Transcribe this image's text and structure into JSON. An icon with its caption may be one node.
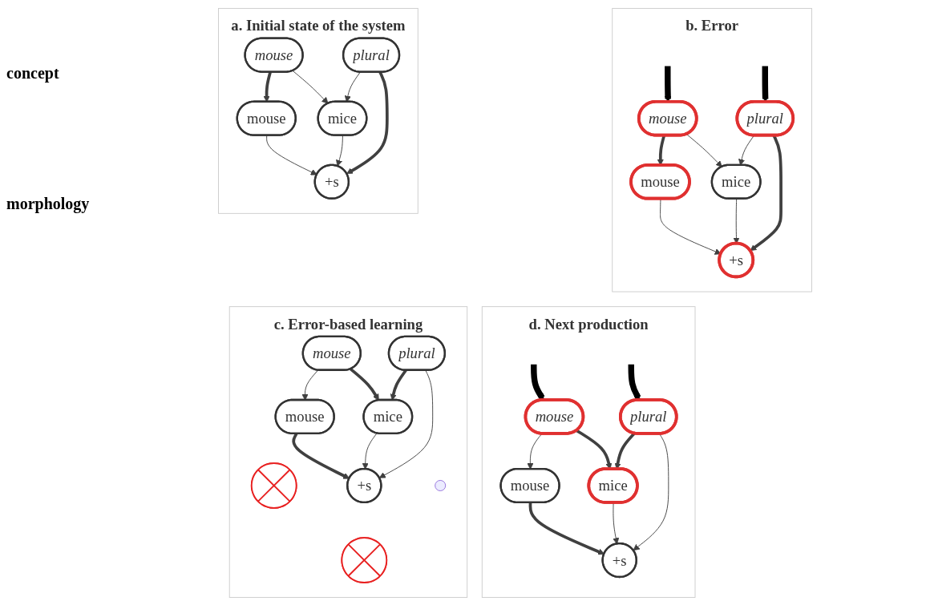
{
  "diagram": {
    "nodes": [
      {
        "text": [
          "a. Initial state of the system"
        ]
      },
      {
        "text": [
          "mouse"
        ],
        "in": 0
      },
      {
        "text": [
          "plural"
        ],
        "in": 0
      },
      {
        "text": [
          "mouse"
        ],
        "in": 0
      },
      {
        "text": [
          "mice"
        ],
        "in": 0
      },
      {
        "text": [
          "+s"
        ],
        "in": 0
      },
      {
        "text": [
          "b. Error"
        ]
      },
      {
        "text": [
          "mouse"
        ],
        "in": 6
      },
      {
        "text": [
          "plural"
        ],
        "in": 6
      },
      {
        "text": [
          "mouse"
        ],
        "in": 6
      },
      {
        "text": [
          "mice"
        ],
        "in": 6
      },
      {
        "text": [
          "+s"
        ],
        "in": 6
      },
      {
        "text": [
          "c. Error-based learning"
        ]
      },
      {
        "text": [
          "mouse"
        ],
        "in": 12
      },
      {
        "text": [
          "plural"
        ],
        "in": 12
      },
      {
        "text": [
          "mouse"
        ],
        "in": 12
      },
      {
        "text": [
          "mice"
        ],
        "in": 12
      },
      {
        "text": [
          "+s"
        ],
        "in": 12
      },
      {
        "text": [],
        "shape": "cross",
        "in": 12
      },
      {
        "text": [],
        "shape": "check",
        "in": 12
      },
      {
        "text": [],
        "shape": "cross",
        "in": 12
      },
      {
        "text": [
          "d. Next production"
        ]
      },
      {
        "text": [
          "mouse"
        ],
        "in": 21
      },
      {
        "text": [
          "plural"
        ],
        "in": 21
      },
      {
        "text": [
          "mouse"
        ],
        "in": 21
      },
      {
        "text": [
          "mice"
        ],
        "in": 21
      },
      {
        "text": [
          "+s"
        ],
        "in": 21
      }
    ],
    "edges": [
      {
        "from": 1,
        "to": 3,
        "arrow": "to",
        "style": "thick"
      },
      {
        "from": 1,
        "to": 4,
        "arrow": "to"
      },
      {
        "from": 2,
        "to": 4,
        "arrow": "to"
      },
      {
        "from": 2,
        "to": 5,
        "arrow": "to",
        "style": "thick"
      },
      {
        "from": 3,
        "to": 5,
        "arrow": "to"
      },
      {
        "from": 4,
        "to": 5,
        "arrow": "to"
      },
      {
        "from": null,
        "to": 7,
        "arrow": "to",
        "style": "thick",
        "color": "#000000"
      },
      {
        "from": null,
        "to": 8,
        "arrow": "to",
        "style": "thick",
        "color": "#000000"
      },
      {
        "from": 7,
        "to": 9,
        "arrow": "to",
        "style": "thick"
      },
      {
        "from": 7,
        "to": 10,
        "arrow": "to"
      },
      {
        "from": 8,
        "to": 10,
        "arrow": "to"
      },
      {
        "from": 8,
        "to": 11,
        "arrow": "to",
        "style": "thick"
      },
      {
        "from": 9,
        "to": 11,
        "arrow": "to"
      },
      {
        "from": 10,
        "to": 11,
        "arrow": "to"
      },
      {
        "from": 13,
        "to": 15,
        "arrow": "to"
      },
      {
        "from": 13,
        "to": 16,
        "arrow": "to",
        "style": "thick"
      },
      {
        "from": 14,
        "to": 16,
        "arrow": "to",
        "style": "thick"
      },
      {
        "from": 14,
        "to": 17,
        "arrow": "to"
      },
      {
        "from": 15,
        "to": 17,
        "arrow": "to",
        "style": "thick"
      },
      {
        "from": 16,
        "to": 17,
        "arrow": "to"
      },
      {
        "from": null,
        "to": 22,
        "arrow": "to",
        "style": "thick",
        "color": "#000000"
      },
      {
        "from": null,
        "to": 23,
        "arrow": "to",
        "style": "thick",
        "color": "#000000"
      },
      {
        "from": 22,
        "to": 24,
        "arrow": "to"
      },
      {
        "from": 22,
        "to": 25,
        "arrow": "to",
        "style": "thick"
      },
      {
        "from": 23,
        "to": 25,
        "arrow": "to",
        "style": "thick"
      },
      {
        "from": 23,
        "to": 26,
        "arrow": "to"
      },
      {
        "from": 24,
        "to": 26,
        "arrow": "to",
        "style": "thick"
      },
      {
        "from": 25,
        "to": 26,
        "arrow": "to"
      }
    ],
    "labels": [
      "concept",
      "morphology"
    ]
  }
}
